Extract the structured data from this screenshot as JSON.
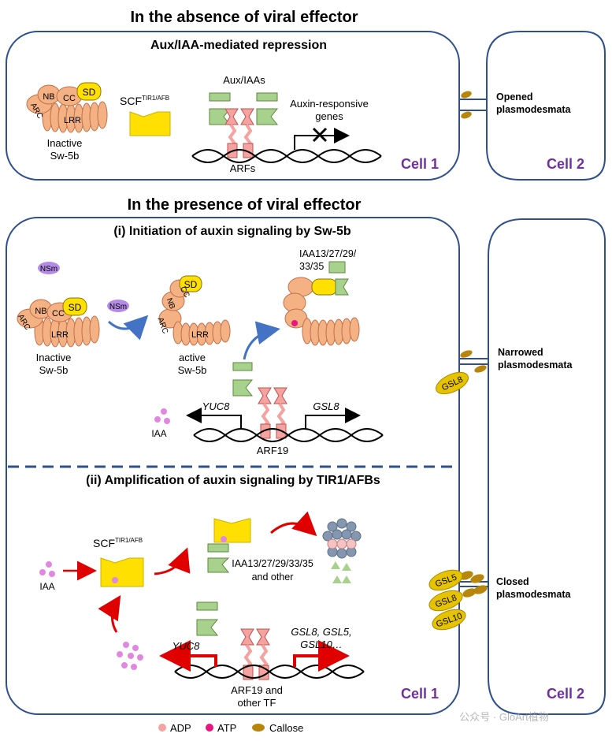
{
  "section_top": {
    "heading": "In the absence of viral effector",
    "box_title": "Aux/IAA-mediated repression",
    "sw5b_domains": [
      "NB",
      "CC",
      "SD",
      "ARC",
      "LRR"
    ],
    "sw5b_state": [
      "Inactive",
      "Sw-5b"
    ],
    "scf_label": "SCF",
    "scf_superscript": "TIR1/AFB",
    "auxiaa_label": "Aux/IAAs",
    "genes_label": [
      "Auxin-responsive",
      "genes"
    ],
    "arfs_label": "ARFs",
    "cell1": "Cell 1",
    "cell2": "Cell 2",
    "pd_label": [
      "Opened",
      "plasmodesmata"
    ]
  },
  "section_bottom": {
    "heading": "In the presence of viral effector",
    "part1_title": "(i) Initiation of auxin signaling by Sw-5b",
    "nsm_label": "NSm",
    "sw5b_domains": [
      "NB",
      "CC",
      "SD",
      "ARC",
      "LRR"
    ],
    "inactive_state": [
      "Inactive",
      "Sw-5b"
    ],
    "active_state": [
      "active",
      "Sw-5b"
    ],
    "iaa_group": [
      "IAA13/27/29/",
      "33/35"
    ],
    "yuc8": "YUC8",
    "gsl8": "GSL8",
    "iaa": "IAA",
    "arf19": "ARF19",
    "pd_narrowed": [
      "Narrowed",
      "plasmodesmata"
    ],
    "gsl8_callose": "GSL8",
    "part2_title": "(ii) Amplification of auxin signaling by TIR1/AFBs",
    "scf_label": "SCF",
    "scf_superscript": "TIR1/AFB",
    "iaa_other": [
      "IAA13/27/29/33/35",
      "and other"
    ],
    "yuc8_2": "YUC8",
    "gsl_genes": [
      "GSL8, GSL5,",
      "GSL10…"
    ],
    "arf19_other": [
      "ARF19 and",
      "other TF"
    ],
    "iaa_2": "IAA",
    "pd_closed": [
      "Closed",
      "plasmodesmata"
    ],
    "gsl_closed": [
      "GSL5",
      "GSL8",
      "GSL10"
    ],
    "cell1": "Cell 1",
    "cell2": "Cell 2"
  },
  "legend": [
    {
      "label": "ADP",
      "color": "#f4a3a0"
    },
    {
      "label": "ATP",
      "color": "#e8177d"
    },
    {
      "label": "Callose",
      "color": "#b8860b"
    }
  ],
  "watermark": "公众号 · GloArt植物",
  "colors": {
    "outline": "#2f4f8f",
    "sw5b": "#f4b183",
    "sd": "#ffe000",
    "auxiaa": "#a9d18e",
    "arf": "#f4a3a0",
    "callose": "#b8860b",
    "gsl": "#e6c300",
    "nsm": "#b48be6",
    "iaa_dot": "#e088e0",
    "red_arrow": "#e00000",
    "blue_arrow": "#4472c4",
    "cell_label": "#7030a0"
  }
}
